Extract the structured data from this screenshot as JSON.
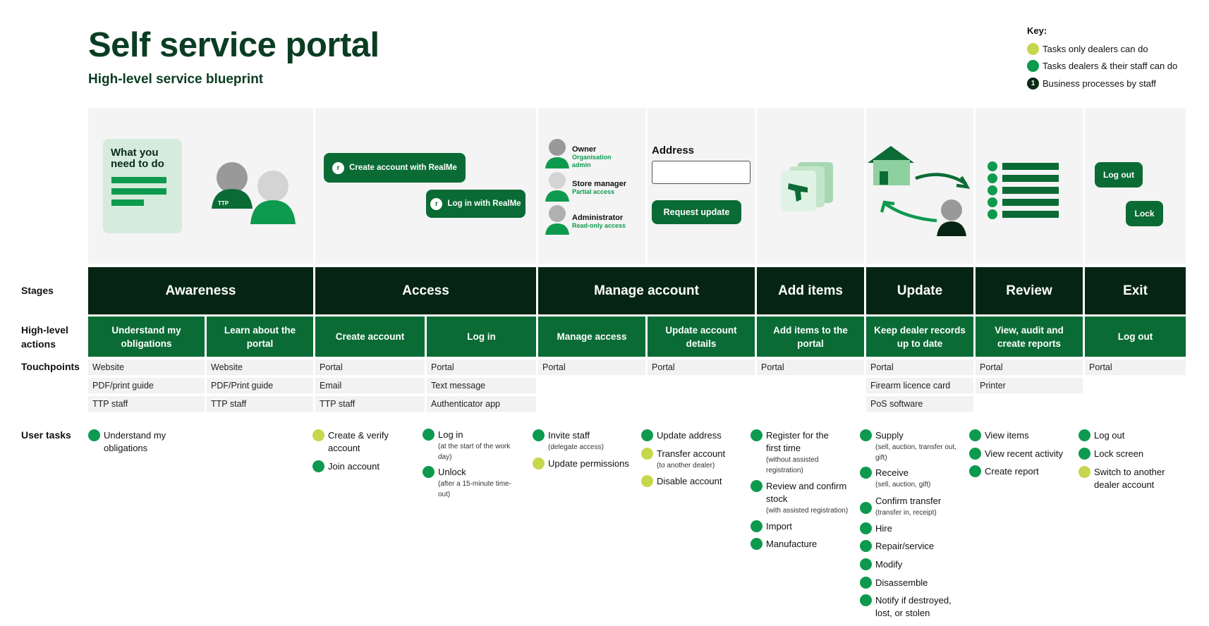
{
  "header": {
    "title": "Self service portal",
    "subtitle": "High-level service blueprint"
  },
  "key": {
    "title": "Key:",
    "items": [
      {
        "label": "Tasks only dealers can do",
        "color": "#c6d64d"
      },
      {
        "label": "Tasks dealers & their staff can do",
        "color": "#0e9a4e"
      },
      {
        "label": "Business processes by staff",
        "color": "#0b2a17",
        "number": "1"
      }
    ]
  },
  "row_labels": {
    "stages": "Stages",
    "actions_line1": "High-level",
    "actions_line2": "actions",
    "touchpoints": "Touchpoints",
    "tasks": "User tasks"
  },
  "illustrations": {
    "doc_title_line1": "What you",
    "doc_title_line2": "need to do",
    "ttp_badge": "TTP",
    "create_realme": "Create account with RealMe",
    "login_realme": "Log in with RealMe",
    "roles": [
      {
        "name": "Owner",
        "access_line1": "Organisation",
        "access_line2": "admin"
      },
      {
        "name": "Store manager",
        "access_line1": "Partial access",
        "access_line2": ""
      },
      {
        "name": "Administrator",
        "access_line1": "Read-only access",
        "access_line2": ""
      }
    ],
    "address_label": "Address",
    "request_update": "Request update",
    "log_out": "Log out",
    "lock": "Lock"
  },
  "stages": [
    "Awareness",
    "Access",
    "Manage account",
    "Add items",
    "Update",
    "Review",
    "Exit"
  ],
  "actions": [
    "Understand my obligations",
    "Learn about the portal",
    "Create account",
    "Log in",
    "Manage access",
    "Update account details",
    "Add items to the portal",
    "Keep dealer records up to date",
    "View, audit and create reports",
    "Log out"
  ],
  "touchpoints": [
    [
      "Website",
      "PDF/print guide",
      "TTP staff"
    ],
    [
      "Website",
      "PDF/Print guide",
      "TTP staff"
    ],
    [
      "Portal",
      "Email",
      "TTP staff"
    ],
    [
      "Portal",
      "Text message",
      "Authenticator app"
    ],
    [
      "Portal"
    ],
    [
      "Portal"
    ],
    [
      "Portal"
    ],
    [
      "Portal",
      "Firearm licence card",
      "PoS software"
    ],
    [
      "Portal",
      "Printer"
    ],
    [
      "Portal"
    ]
  ],
  "tasks": [
    [
      {
        "color": "green",
        "text": "Understand my obligations",
        "sub": ""
      }
    ],
    [],
    [
      {
        "color": "lime",
        "text": "Create & verify account",
        "sub": ""
      },
      {
        "color": "green",
        "text": "Join account",
        "sub": ""
      }
    ],
    [
      {
        "color": "green",
        "text": "Log in",
        "sub": "(at the start of the work day)"
      },
      {
        "color": "green",
        "text": "Unlock",
        "sub": "(after a 15-minute time-out)"
      }
    ],
    [
      {
        "color": "green",
        "text": "Invite staff",
        "sub": "(delegate access)"
      },
      {
        "color": "lime",
        "text": "Update permissions",
        "sub": ""
      }
    ],
    [
      {
        "color": "green",
        "text": "Update address",
        "sub": ""
      },
      {
        "color": "lime",
        "text": "Transfer account",
        "sub": "(to another dealer)"
      },
      {
        "color": "lime",
        "text": "Disable account",
        "sub": ""
      }
    ],
    [
      {
        "color": "green",
        "text": "Register for the first time",
        "sub": "(without assisted registration)"
      },
      {
        "color": "green",
        "text": "Review and confirm stock",
        "sub": "(with assisted registration)"
      },
      {
        "color": "green",
        "text": "Import",
        "sub": ""
      },
      {
        "color": "green",
        "text": "Manufacture",
        "sub": ""
      }
    ],
    [
      {
        "color": "green",
        "text": "Supply",
        "sub": "(sell, auction, transfer out, gift)"
      },
      {
        "color": "green",
        "text": "Receive",
        "sub": "(sell, auction, gift)"
      },
      {
        "color": "green",
        "text": "Confirm transfer",
        "sub": "(transfer in, receipt)"
      },
      {
        "color": "green",
        "text": "Hire",
        "sub": ""
      },
      {
        "color": "green",
        "text": "Repair/service",
        "sub": ""
      },
      {
        "color": "green",
        "text": "Modify",
        "sub": ""
      },
      {
        "color": "green",
        "text": "Disassemble",
        "sub": ""
      },
      {
        "color": "green",
        "text": "Notify if destroyed, lost, or stolen",
        "sub": ""
      }
    ],
    [
      {
        "color": "green",
        "text": "View items",
        "sub": ""
      },
      {
        "color": "green",
        "text": "View recent activity",
        "sub": ""
      },
      {
        "color": "green",
        "text": "Create report",
        "sub": ""
      }
    ],
    [
      {
        "color": "green",
        "text": "Log out",
        "sub": ""
      },
      {
        "color": "green",
        "text": "Lock screen",
        "sub": ""
      },
      {
        "color": "lime",
        "text": "Switch to another dealer account",
        "sub": ""
      }
    ]
  ]
}
